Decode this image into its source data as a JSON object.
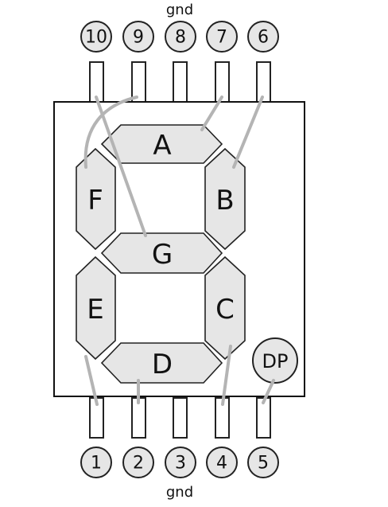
{
  "top_gnd_label": "gnd",
  "bottom_gnd_label": "gnd",
  "top_pins": [
    "10",
    "9",
    "8",
    "7",
    "6"
  ],
  "bottom_pins": [
    "1",
    "2",
    "3",
    "4",
    "5"
  ],
  "segments": {
    "a": "A",
    "b": "B",
    "c": "C",
    "d": "D",
    "e": "E",
    "f": "F",
    "g": "G",
    "dp": "DP"
  }
}
